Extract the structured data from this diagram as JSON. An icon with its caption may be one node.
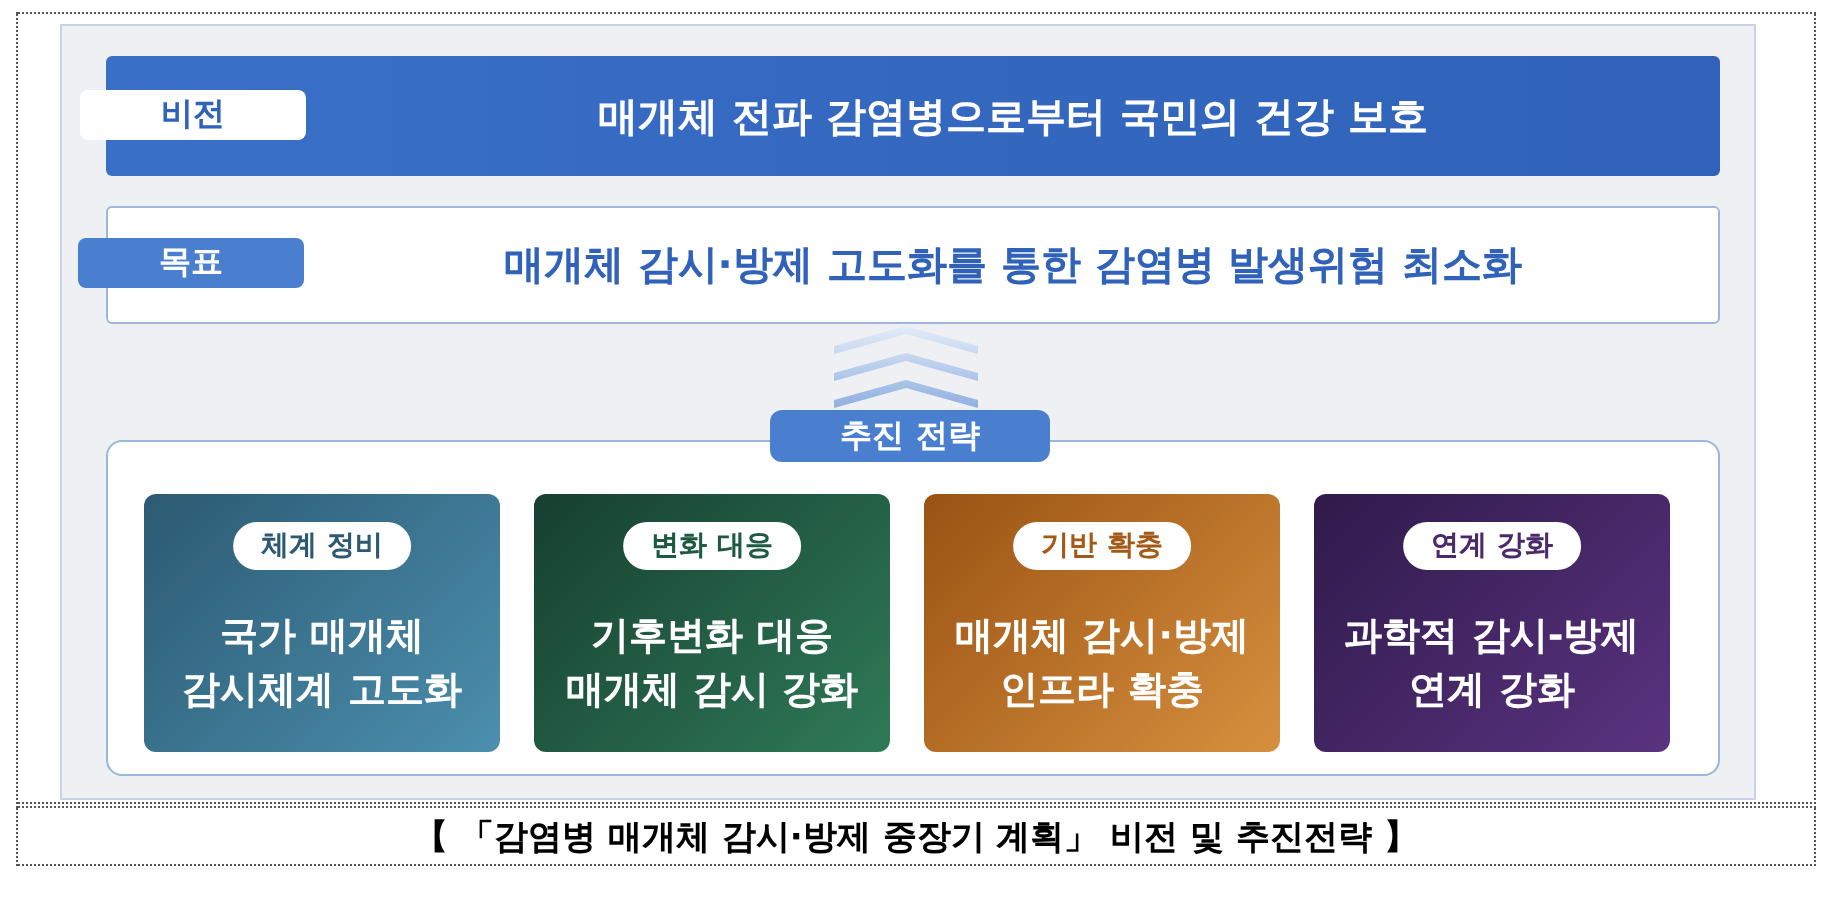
{
  "diagram": {
    "caption": "【 「감염병 매개체 감시·방제 중장기 계획」 비전 및 추진전략 】",
    "nodes": [
      {
        "text": [
          "비전",
          "매개체 전파 감염병으로부터 국민의 건강 보호"
        ]
      },
      {
        "text": [
          "목표",
          "매개체 감시·방제 고도화를 통한 감염병 발생위험 최소화"
        ]
      },
      {
        "text": [
          "추진 전략"
        ]
      },
      {
        "text": [
          "체계 정비",
          "국가 매개체 감시체계 고도화"
        ],
        "in": 2
      },
      {
        "text": [
          "변화 대응",
          "기후변화 대응 매개체 감시 강화"
        ],
        "in": 2
      },
      {
        "text": [
          "기반 확충",
          "매개체 감시·방제 인프라 확충"
        ],
        "in": 2
      },
      {
        "text": [
          "연계 강화",
          "과학적 감시-방제 연계 강화"
        ],
        "in": 2
      }
    ],
    "edges": [
      {
        "from": 2,
        "to": 1,
        "arrow": "to"
      }
    ]
  }
}
